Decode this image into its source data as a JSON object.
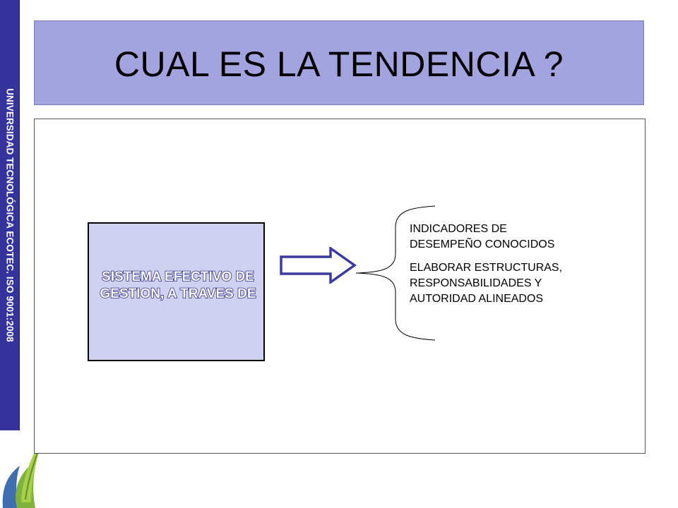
{
  "side_banner": {
    "text": "UNIVERSIDAD TECNOLÓGICA ECOTEC. ISO 9001:2008"
  },
  "title": "CUAL ES LA TENDENCIA ?",
  "system_box": {
    "line1": "SISTEMA EFECTIVO DE",
    "line2": "GESTION, A TRAVES DE"
  },
  "items": [
    {
      "line1": "INDICADORES DE",
      "line2": "DESEMPEÑO CONOCIDOS"
    },
    {
      "line1": "ELABORAR ESTRUCTURAS,",
      "line2": "RESPONSABILIDADES Y",
      "line3": "AUTORIDAD ALINEADOS"
    }
  ],
  "colors": {
    "banner": "#34349c",
    "title_bar": "#a3a3e0",
    "system_box": "#d0d0f0",
    "arrow": "#3a3aa0"
  },
  "icons": {
    "arrow": "right-arrow-icon",
    "brace": "curly-brace-icon",
    "logo": "leaf-logo-icon"
  }
}
